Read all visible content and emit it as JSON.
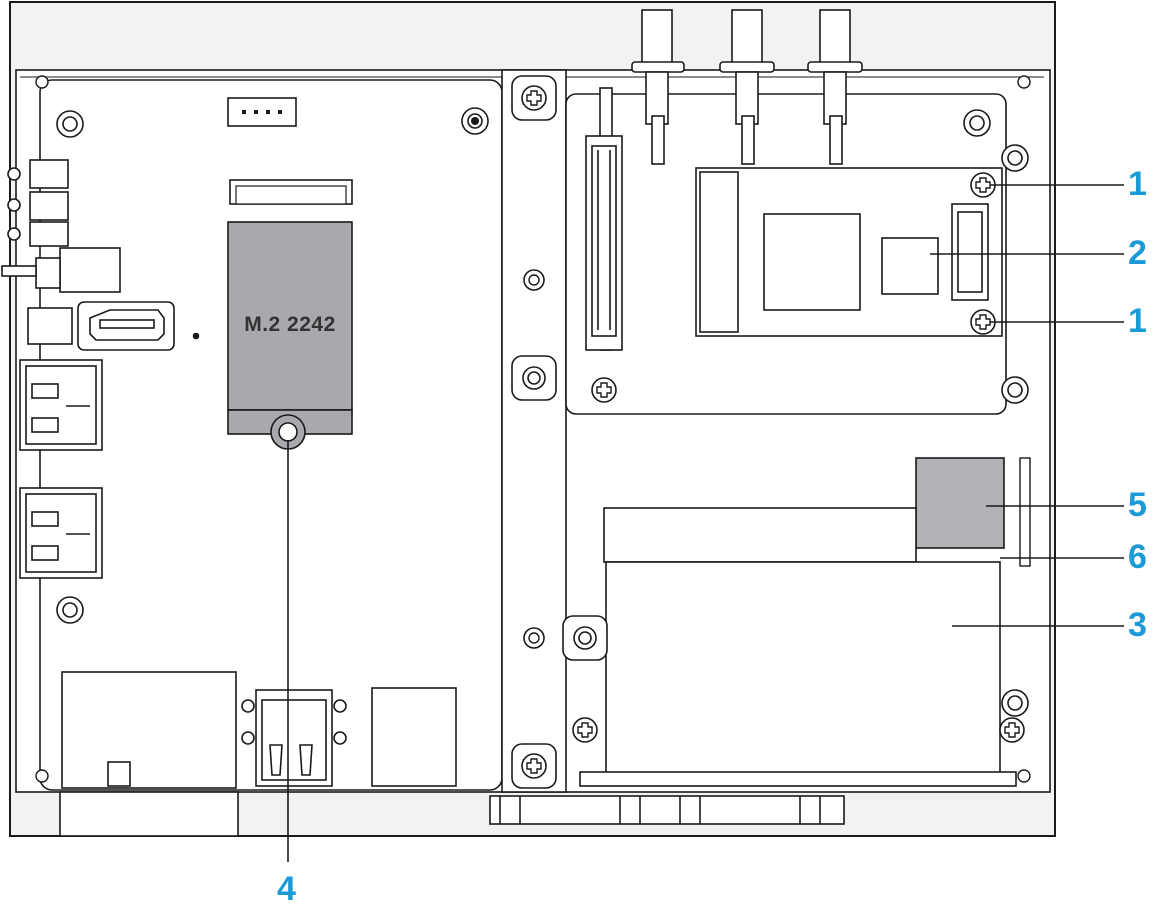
{
  "module_label": "M.2 2242",
  "callouts": [
    {
      "id": "callout-1-top",
      "text": "1"
    },
    {
      "id": "callout-2",
      "text": "2"
    },
    {
      "id": "callout-1-bottom",
      "text": "1"
    },
    {
      "id": "callout-5",
      "text": "5"
    },
    {
      "id": "callout-6",
      "text": "6"
    },
    {
      "id": "callout-3",
      "text": "3"
    },
    {
      "id": "callout-4",
      "text": "4"
    }
  ],
  "colors": {
    "callout": "#1a9ad6",
    "line": "#1a1a1a",
    "module_fill": "#a7a9ac",
    "chip_fill": "#b1b3b6",
    "panel_fill": "#f2f2f2"
  }
}
